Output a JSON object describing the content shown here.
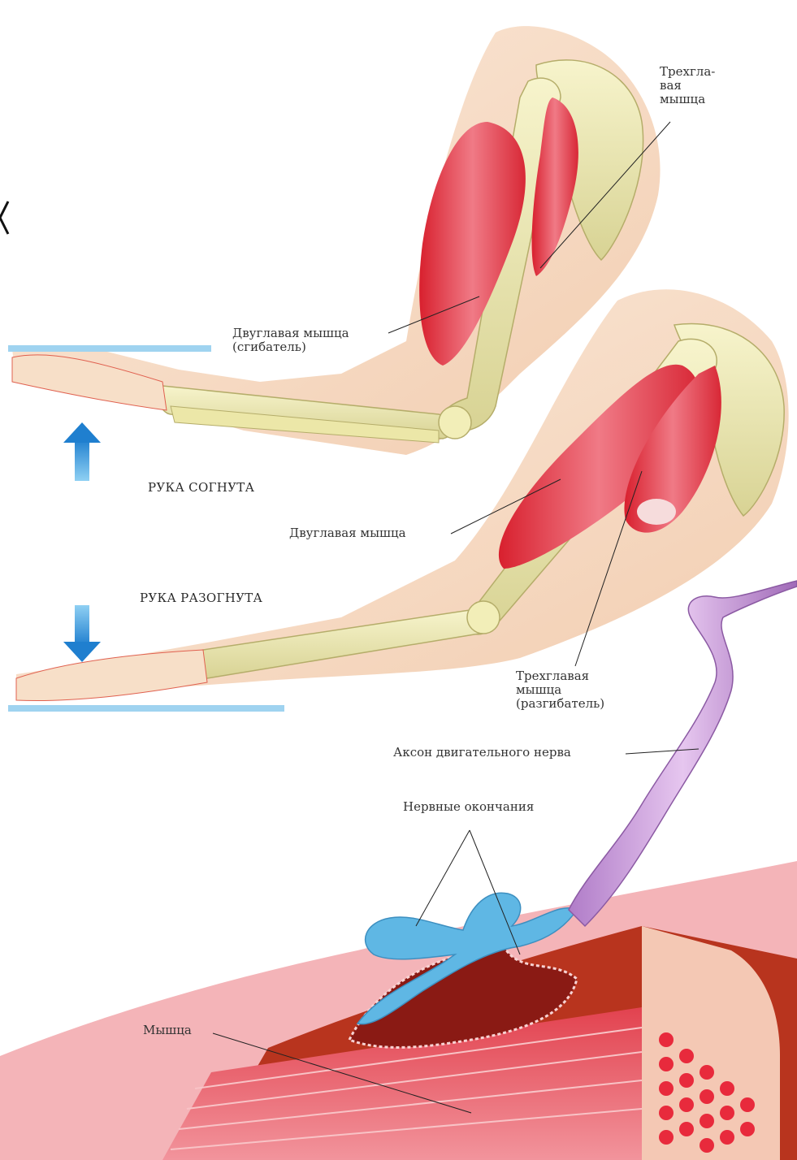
{
  "labels": {
    "triceps_top": [
      "Трехгла-",
      "вая",
      "мышца"
    ],
    "biceps_flexor": [
      "Двуглавая мышца",
      "(сгибатель)"
    ],
    "arm_flexed": "РУКА СОГНУТА",
    "biceps": "Двуглавая мышца",
    "arm_extended": "РУКА РАЗОГНУТА",
    "triceps_extensor": [
      "Трехглавая",
      "мышца",
      "(разгибатель)"
    ],
    "axon": "Аксон двигательного нерва",
    "nerve_endings": "Нервные окончания",
    "muscle": "Мышца"
  },
  "icons": {
    "arrow_up": "arrow-up-icon",
    "arrow_down": "arrow-down-icon"
  },
  "colors": {
    "muscle_red": "#e0303c",
    "bone_yellow": "#f2eeb0",
    "skin": "#f6dcc4",
    "nerve_blue": "#5fb7e4",
    "axon_purple": "#c79ad6",
    "arrow_blue": "#2b8fd6",
    "surface_blue": "#9fd3f0"
  }
}
